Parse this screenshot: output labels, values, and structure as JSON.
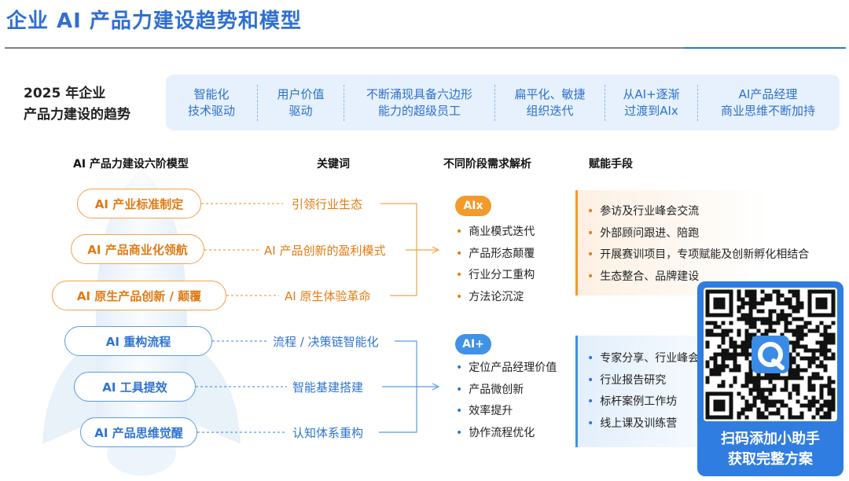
{
  "title": "企业 AI 产品力建设趋势和模型",
  "trend": {
    "label_line1": "2025 年企业",
    "label_line2": "产品力建设的趋势",
    "items": [
      {
        "line1": "智能化",
        "line2": "技术驱动"
      },
      {
        "line1": "用户价值",
        "line2": "驱动"
      },
      {
        "line1": "不断涌现具备六边形",
        "line2": "能力的超级员工"
      },
      {
        "line1": "扁平化、敏捷",
        "line2": "组织迭代"
      },
      {
        "line1": "从AI+逐渐",
        "line2": "过渡到AIx"
      },
      {
        "line1": "AI产品经理",
        "line2": "商业思维不断加持"
      }
    ]
  },
  "columns": {
    "model": "AI 产品力建设六阶模型",
    "keywords": "关键词",
    "needs": "不同阶段需求解析",
    "means": "赋能手段"
  },
  "stages": [
    {
      "label": "AI 产业标准制定",
      "keyword": "引领行业生态"
    },
    {
      "label": "AI 产品商业化领航",
      "keyword": "AI 产品创新的盈利模式"
    },
    {
      "label": "AI 原生产品创新 / 颠覆",
      "keyword": "AI 原生体验革命"
    },
    {
      "label": "AI 重构流程",
      "keyword": "流程 / 决策链智能化"
    },
    {
      "label": "AI 工具提效",
      "keyword": "智能基建搭建"
    },
    {
      "label": "AI 产品思维觉醒",
      "keyword": "认知体系重构"
    }
  ],
  "aix": {
    "badge": "AIx",
    "needs": [
      "商业模式迭代",
      "产品形态颠覆",
      "行业分工重构",
      "方法论沉淀"
    ],
    "means": [
      "参访及行业峰会交流",
      "外部顾问跟进、陪跑",
      "开展赛训项目，专项赋能及创新孵化相结合",
      "生态整合、品牌建设"
    ]
  },
  "aiplus": {
    "badge": "AI+",
    "needs": [
      "定位产品经理价值",
      "产品微创新",
      "效率提升",
      "协作流程优化"
    ],
    "means": [
      "专家分享、行业峰会",
      "行业报告研究",
      "标杆案例工作坊",
      "线上课及训练营"
    ]
  },
  "qr": {
    "line1": "扫码添加小助手",
    "line2": "获取完整方案"
  },
  "colors": {
    "title_blue": "#2f6fd1",
    "orange": "#f39a2d",
    "blue": "#3f92e6"
  }
}
